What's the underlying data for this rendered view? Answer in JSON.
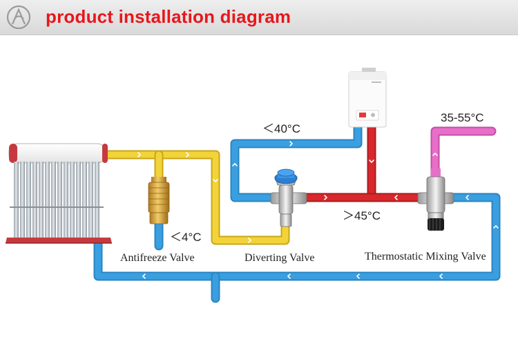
{
  "header": {
    "title": "product installation diagram",
    "logo_icon": "circular-brand-logo-icon"
  },
  "labels": {
    "antifreeze_valve": "Antifreeze Valve",
    "diverting_valve": "Diverting Valve",
    "thermostatic_mixing_valve": "Thermostatic Mixing Valve"
  },
  "temperatures": {
    "antifreeze": "＜4°C",
    "upper_pipe": "＜40°C",
    "middle_pipe": "＞45°C",
    "outlet": "35-55°C"
  },
  "colors": {
    "title_red": "#e8161c",
    "cold_pipe": "#3a9fe0",
    "solar_pipe": "#f2d43a",
    "hot_pipe": "#d9282d",
    "mixed_pipe": "#e86fc8"
  },
  "icons": [
    "solar-water-heater-icon",
    "antifreeze-valve-icon",
    "diverting-valve-icon",
    "gas-water-heater-icon",
    "thermostatic-mixing-valve-icon"
  ]
}
